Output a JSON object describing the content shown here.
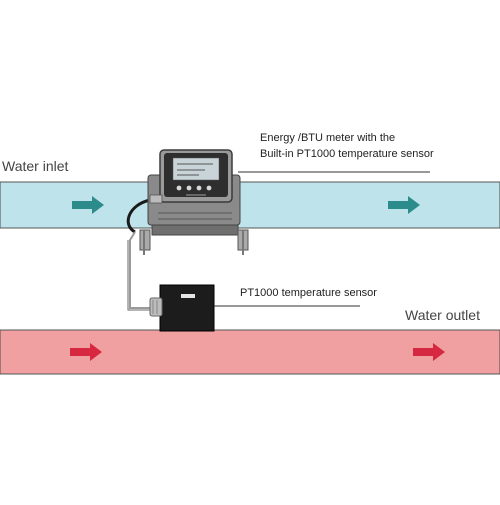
{
  "labels": {
    "water_inlet": "Water inlet",
    "water_outlet": "Water outlet",
    "meter_callout_line1": "Energy /BTU meter with the",
    "meter_callout_line2": "Built-in PT1000 temperature sensor",
    "sensor_callout": "PT1000 temperature sensor"
  },
  "colors": {
    "inlet_pipe": "#bfe3ea",
    "inlet_pipe_edge": "#4a4a4a",
    "inlet_arrow": "#2c8c8c",
    "outlet_pipe": "#f1a0a1",
    "outlet_pipe_edge": "#4a4a4a",
    "outlet_arrow": "#d62840",
    "device_body": "#7a7a7a",
    "device_dark": "#2a2a2a",
    "screen": "#c9d4d8"
  },
  "icons": {
    "inlet_flow": "arrow-right-icon",
    "outlet_flow": "arrow-right-icon",
    "meter": "energy-meter-icon",
    "sensor": "temperature-sensor-icon"
  }
}
